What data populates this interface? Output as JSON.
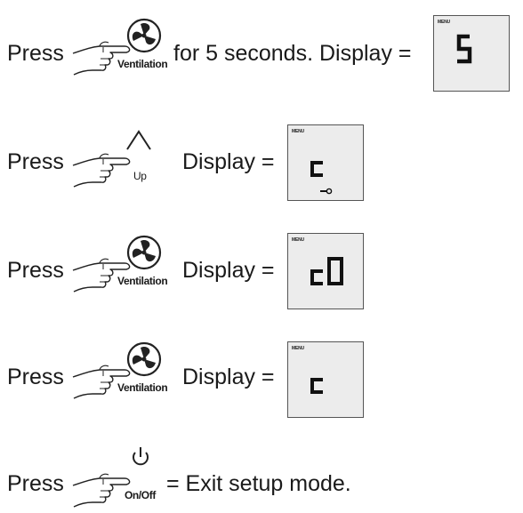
{
  "press_word": "Press",
  "menu_label": "MENU",
  "steps": [
    {
      "button": "Ventilation",
      "icon": "fan-icon",
      "after_text": "for 5 seconds. Display =",
      "display": "5"
    },
    {
      "button": "Up",
      "icon": "caret-up-icon",
      "after_text": "Display =",
      "display": "c",
      "display_extra_icon": "key-icon"
    },
    {
      "button": "Ventilation",
      "icon": "fan-icon",
      "after_text": "Display =",
      "display": "c0"
    },
    {
      "button": "Ventilation",
      "icon": "fan-icon",
      "after_text": "Display =",
      "display": "c"
    },
    {
      "button": "On/Off",
      "icon": "power-icon",
      "after_text": "= Exit setup mode.",
      "display": null
    }
  ]
}
